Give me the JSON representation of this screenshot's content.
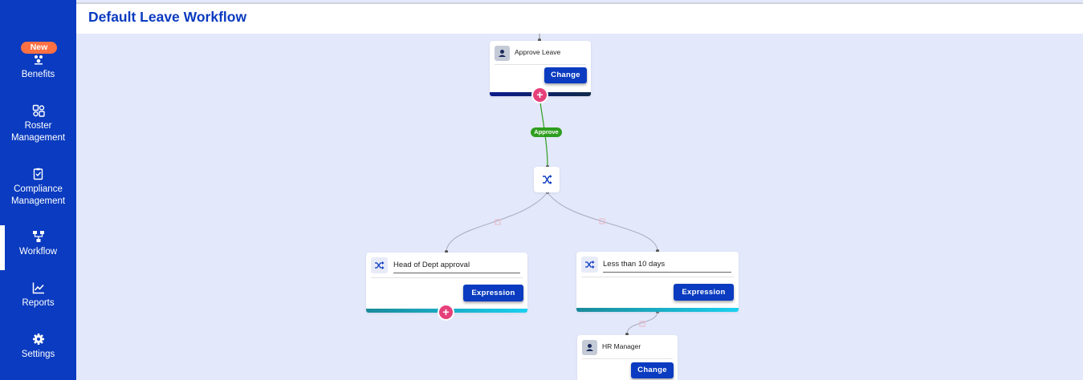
{
  "header": {
    "title": "Default Leave Workflow"
  },
  "sidebar": {
    "new_badge": "New",
    "items": [
      {
        "label": "Benefits",
        "icon": "benefits-icon"
      },
      {
        "label": "Roster Management",
        "icon": "roster-icon"
      },
      {
        "label": "Compliance Management",
        "icon": "compliance-icon"
      },
      {
        "label": "Workflow",
        "icon": "workflow-icon",
        "active": true
      },
      {
        "label": "Reports",
        "icon": "reports-icon"
      },
      {
        "label": "Settings",
        "icon": "settings-icon"
      }
    ]
  },
  "workflow": {
    "approve_node": {
      "label": "Approve Leave",
      "button": "Change",
      "icon": "user-icon"
    },
    "edge_label": "Approve",
    "branch_left": {
      "label": "Head of Dept approval",
      "button": "Expression",
      "icon": "shuffle-icon"
    },
    "branch_right": {
      "label": "Less than 10 days",
      "button": "Expression",
      "icon": "shuffle-icon"
    },
    "hr_node": {
      "label": "HR Manager",
      "button": "Change",
      "icon": "user-icon"
    },
    "add_symbol": "+"
  },
  "colors": {
    "primary": "#0a3bc0",
    "canvas_bg": "#e3e8fb",
    "add_button": "#e6407a",
    "approve_edge": "#2e9e1f",
    "badge": "#ff7043",
    "branch_bar_start": "#1a8a9a",
    "branch_bar_end": "#1ad0f0"
  }
}
